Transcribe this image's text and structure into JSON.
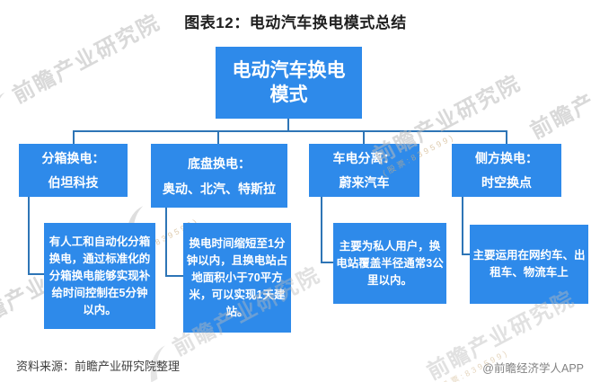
{
  "title": "图表12：电动汽车换电模式总结",
  "root": {
    "line1": "电动汽车换电",
    "line2": "模式"
  },
  "branches": [
    {
      "line1": "分箱换电：",
      "line2": "伯坦科技",
      "detail": "有人工和自动化分箱换电，通过标准化的分箱换电能够实现补给时间控制在5分钟以内。"
    },
    {
      "line1": "底盘换电：",
      "line2": "奥动、北汽、特斯拉",
      "detail": "换电时间缩短至1分钟以内，且换电站占地面积小于70平方米，可以实现1天建站。"
    },
    {
      "line1": "车电分离：",
      "line2": "蔚来汽车",
      "detail": "主要为私人用户，换电站覆盖半径通常3公里以内。"
    },
    {
      "line1": "侧方换电：",
      "line2": "时空换点",
      "detail": "主要运用在网约车、出租车、物流车上"
    }
  ],
  "footer": {
    "source": "资料来源：前瞻产业研究院整理",
    "credit": "@前瞻经济学人APP"
  },
  "watermark": {
    "brand": "前瞻产业研究院",
    "stock": "(股票:839599)"
  },
  "colors": {
    "box_blue": "#2E8AEA",
    "line_blue": "#2E75B6",
    "watermark_gray": "#B9B9B9"
  }
}
